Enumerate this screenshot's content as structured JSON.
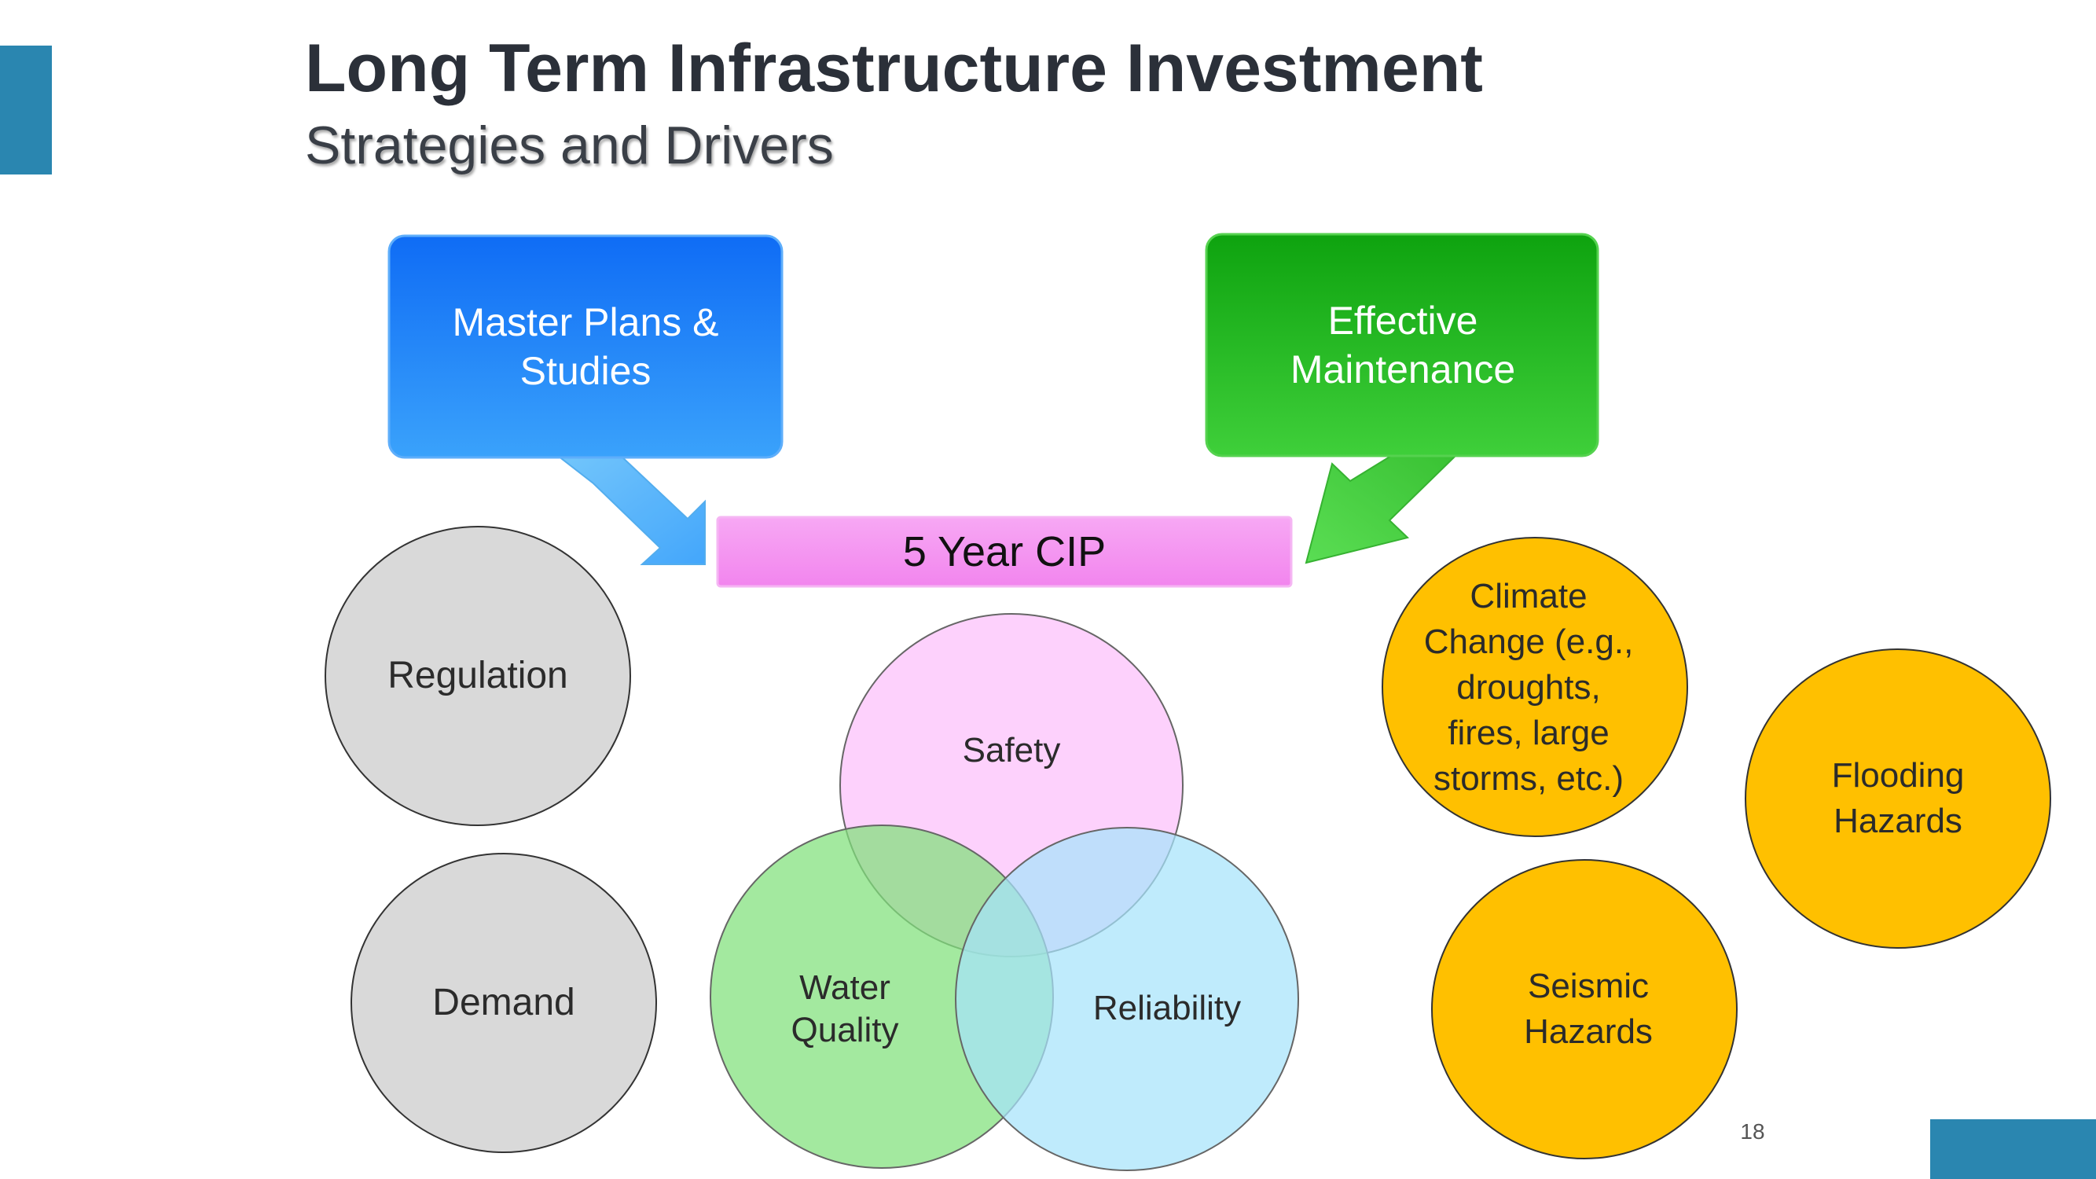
{
  "header": {
    "title": "Long Term Infrastructure Investment",
    "subtitle": "Strategies and Drivers"
  },
  "strategies": {
    "master_plans": "Master Plans & Studies",
    "maintenance": "Effective Maintenance",
    "cip": "5 Year CIP"
  },
  "drivers": {
    "regulation": "Regulation",
    "demand": "Demand",
    "climate": "Climate Change (e.g., droughts, fires, large storms, etc.)",
    "flooding": "Flooding Hazards",
    "seismic": "Seismic Hazards"
  },
  "venn": {
    "safety": "Safety",
    "water_quality": "Water Quality",
    "reliability": "Reliability"
  },
  "footer": {
    "page_number": "18"
  },
  "colors": {
    "accent": "#2a86b0",
    "blue_box": "#1f7ff5",
    "green_box": "#22b51e",
    "cip_bar": "#f59af2",
    "gray_circle": "#d9d9d9",
    "amber_circle": "#ffc000",
    "venn_pink": "#fcd0fb",
    "venn_green": "#8ee68a",
    "venn_blue": "#aee5fb"
  }
}
